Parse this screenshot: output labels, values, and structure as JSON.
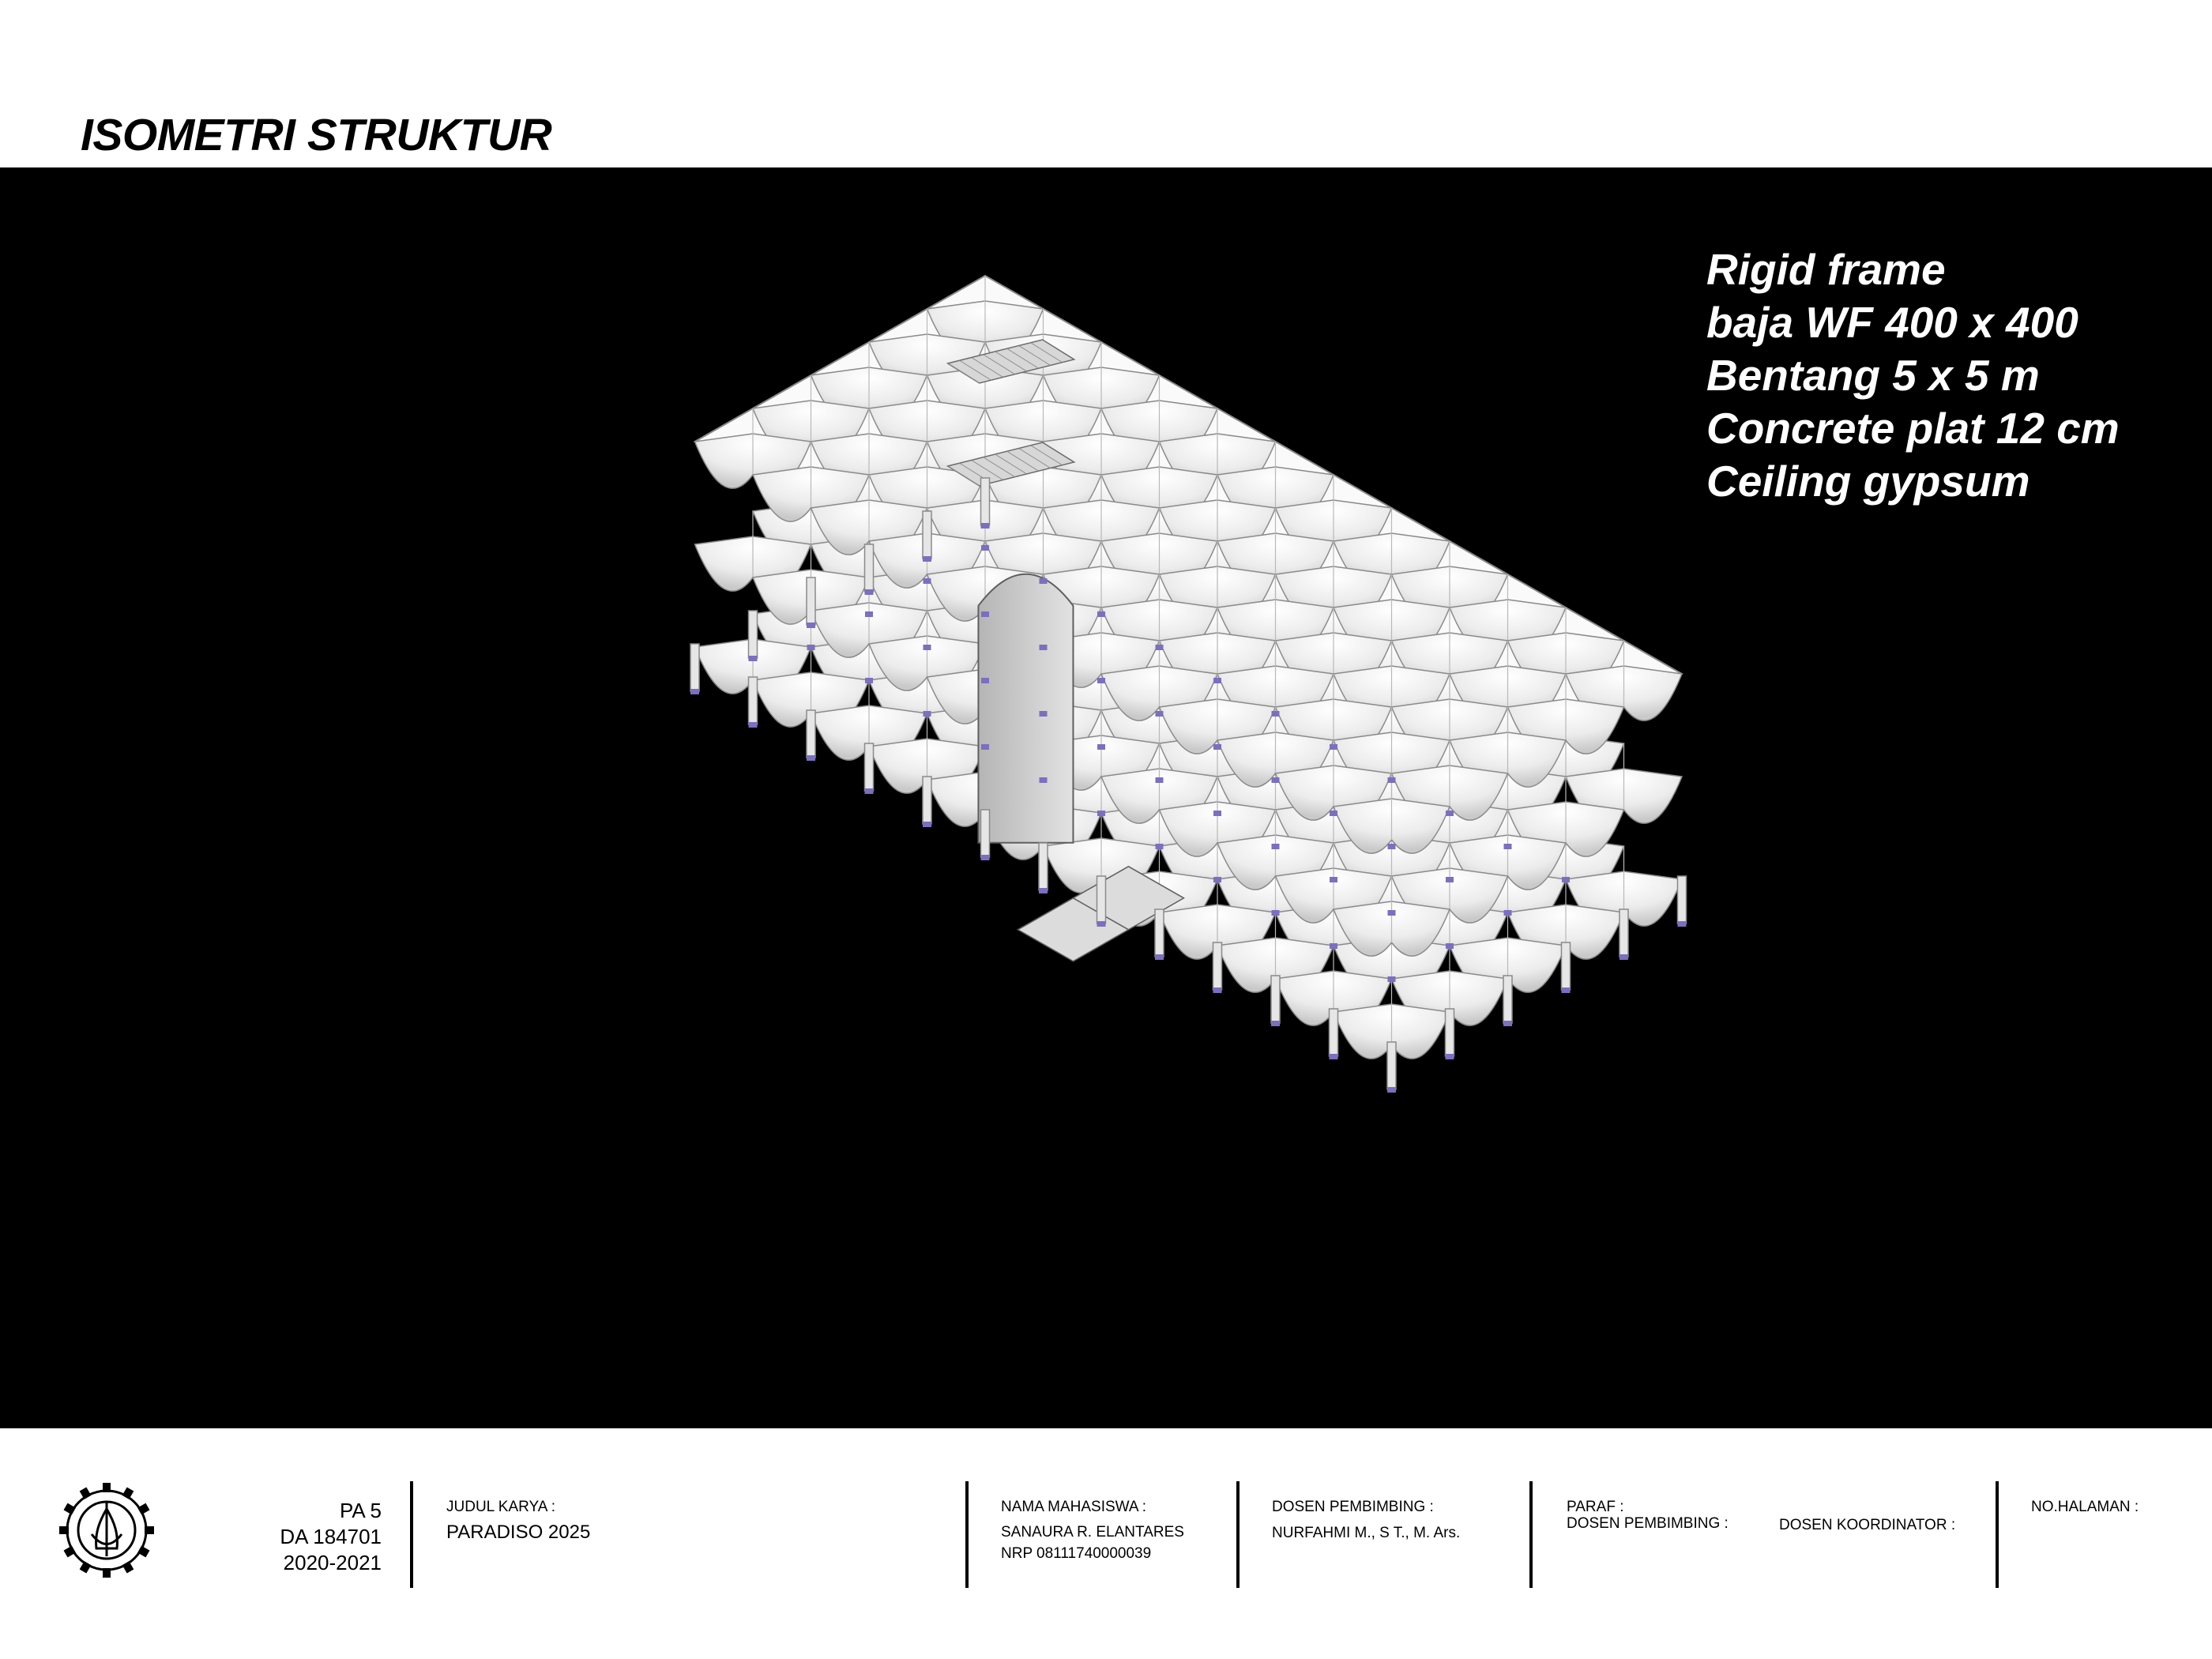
{
  "sheet": {
    "title": "ISOMETRI STRUKTUR"
  },
  "spec_notes": [
    "Rigid frame",
    "baja WF 400 x 400",
    "Bentang 5 x 5 m",
    "Concrete plat 12 cm",
    "Ceiling gypsum"
  ],
  "title_block": {
    "course_code": "PA 5",
    "course_number": "DA 184701",
    "academic_year": "2020-2021",
    "judul_label": "JUDUL KARYA :",
    "judul_value": "PARADISO 2025",
    "mahasiswa_label": "NAMA MAHASISWA :",
    "mahasiswa_name": "SANAURA R. ELANTARES",
    "mahasiswa_nrp": "NRP 08111740000039",
    "dosen_label": "DOSEN PEMBIMBING :",
    "dosen_name": "NURFAHMI M., S T., M. Ars.",
    "paraf_label": "PARAF :",
    "paraf_pembimbing_label": "DOSEN PEMBIMBING :",
    "paraf_koordinator_label": "DOSEN KOORDINATOR :",
    "halaman_label": "NO.HALAMAN :"
  },
  "colors": {
    "panel_background": "#000000",
    "structure_fill": "#f2f2f2",
    "structure_line": "#8a8a8a",
    "column_base": "#7a6fc0"
  }
}
